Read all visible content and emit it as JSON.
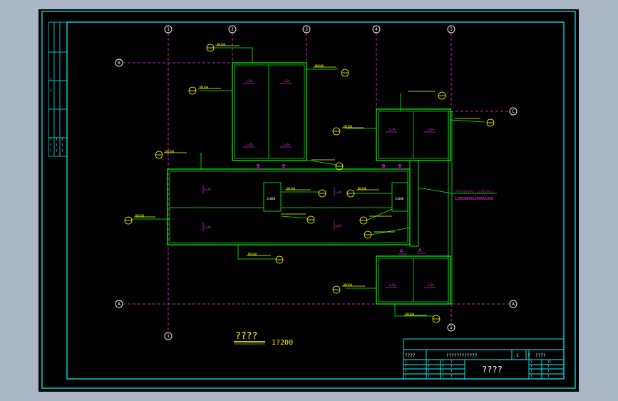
{
  "drawing": {
    "title": "????",
    "scale": "1?200",
    "pipe_spec_line1": "????????? (??1??1)",
    "pipe_spec_line2": "1200X800X2400X1000",
    "slope_label": "i=2%",
    "section_label_b": "B",
    "section_label_a": "A",
    "room_label": "JL800",
    "pipe_tag": "DN100"
  },
  "grid_axes": {
    "vertical": [
      "1",
      "2",
      "3",
      "4",
      "5"
    ],
    "horizontal": [
      "A",
      "B",
      "C"
    ]
  },
  "title_block": {
    "header": [
      "????",
      "????????????",
      "1",
      "?",
      "????"
    ],
    "main_title": "????",
    "rows": [
      [
        "?",
        "?",
        "?",
        "?"
      ],
      [
        "?",
        "?",
        "?",
        "?"
      ],
      [
        "?",
        "?",
        "?",
        "?"
      ],
      [
        "?",
        "?",
        "?",
        "?"
      ]
    ],
    "right_cells": [
      [
        "?",
        "??"
      ],
      [
        "?",
        "?"
      ],
      [
        "?",
        "?"
      ],
      [
        "?",
        "?"
      ]
    ]
  },
  "colors": {
    "background": "#000000",
    "frame": "#00ffff",
    "building": "#00ff00",
    "axis": "#ff33ff",
    "annotation": "#ffff00",
    "text": "#ffffff"
  }
}
